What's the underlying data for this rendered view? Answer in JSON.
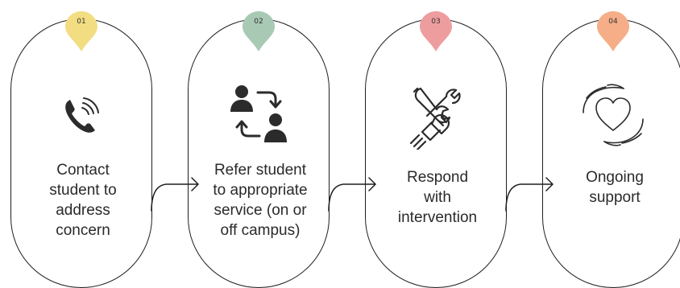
{
  "steps": [
    {
      "number": "01",
      "label": "Contact\nstudent to\naddress\nconcern",
      "icon": "phone-icon",
      "badge_color": "#f3dd82"
    },
    {
      "number": "02",
      "label": "Refer student\nto appropriate\nservice (on or\noff campus)",
      "icon": "referral-icon",
      "badge_color": "#a8c9b4"
    },
    {
      "number": "03",
      "label": "Respond\nwith\nintervention",
      "icon": "tools-icon",
      "badge_color": "#ee9d9f"
    },
    {
      "number": "04",
      "label": "Ongoing\nsupport",
      "icon": "caring-hands-icon",
      "badge_color": "#f5ae87"
    }
  ],
  "colors": {
    "outline": "#1f1f1f",
    "text": "#2a2a2a",
    "icon": "#2b2b2b"
  }
}
